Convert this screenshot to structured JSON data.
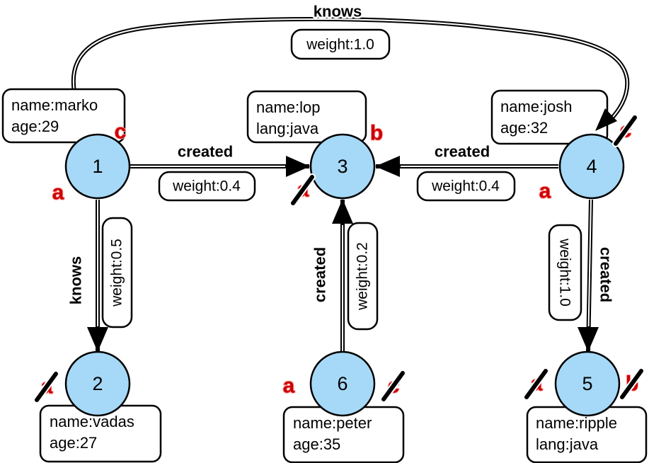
{
  "nodes": {
    "n1": {
      "id": "1",
      "prop1": "name:marko",
      "prop2": "age:29"
    },
    "n2": {
      "id": "2",
      "prop1": "name:vadas",
      "prop2": "age:27"
    },
    "n3": {
      "id": "3",
      "prop1": "name:lop",
      "prop2": "lang:java"
    },
    "n4": {
      "id": "4",
      "prop1": "name:josh",
      "prop2": "age:32"
    },
    "n5": {
      "id": "5",
      "prop1": "name:ripple",
      "prop2": "lang:java"
    },
    "n6": {
      "id": "6",
      "prop1": "name:peter",
      "prop2": "age:35"
    }
  },
  "edges": {
    "knows_1_4": {
      "label": "knows",
      "weight": "weight:1.0"
    },
    "created_1_3": {
      "label": "created",
      "weight": "weight:0.4"
    },
    "created_4_3": {
      "label": "created",
      "weight": "weight:0.4"
    },
    "knows_1_2": {
      "label": "knows",
      "weight": "weight:0.5"
    },
    "created_6_3": {
      "label": "created",
      "weight": "weight:0.2"
    },
    "created_4_5": {
      "label": "created",
      "weight": "weight:1.0"
    }
  },
  "step_markers": {
    "n1_right": "c",
    "n1_left": "a",
    "n3_right": "b",
    "n3_left": "a",
    "n4_right": "c",
    "n4_left": "a",
    "n2_left": "a",
    "n6_left": "a",
    "n6_right": "c",
    "n5_left": "a",
    "n5_right": "b"
  },
  "colors": {
    "node_fill": "#a6d9f7",
    "marker_red": "#cc0000"
  }
}
